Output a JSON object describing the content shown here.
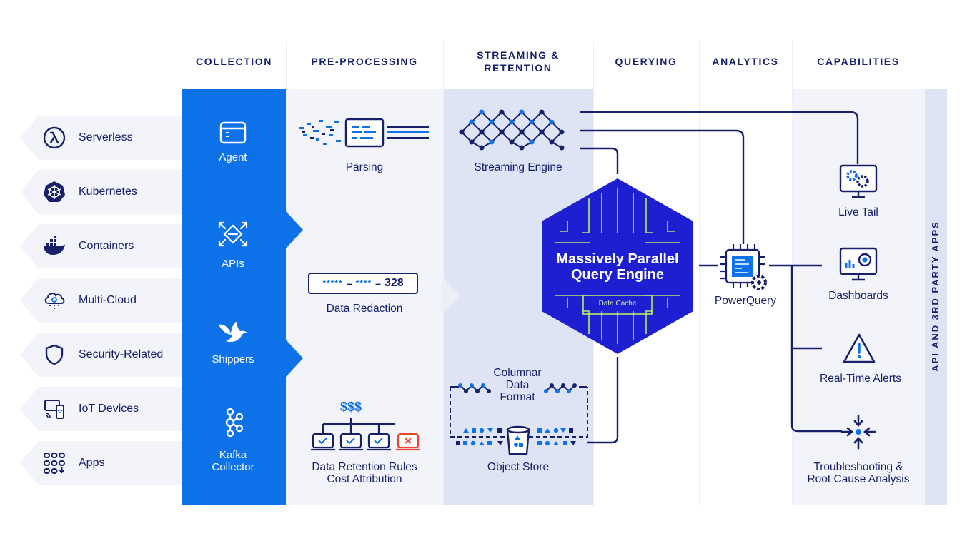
{
  "columns": {
    "collection": "COLLECTION",
    "preprocessing": "PRE-PROCESSING",
    "streaming_line1": "STREAMING &",
    "streaming_line2": "RETENTION",
    "querying": "QUERYING",
    "analytics": "ANALYTICS",
    "capabilities": "CAPABILITIES"
  },
  "sources": [
    {
      "label": "Serverless",
      "icon": "lambda-icon"
    },
    {
      "label": "Kubernetes",
      "icon": "kubernetes-icon"
    },
    {
      "label": "Containers",
      "icon": "docker-icon"
    },
    {
      "label": "Multi-Cloud",
      "icon": "cloud-icon"
    },
    {
      "label": "Security-Related",
      "icon": "shield-icon"
    },
    {
      "label": "IoT Devices",
      "icon": "iot-devices-icon"
    },
    {
      "label": "Apps",
      "icon": "apps-grid-icon"
    }
  ],
  "collection": {
    "agent": "Agent",
    "apis": "APIs",
    "shippers": "Shippers",
    "kafka_line1": "Kafka",
    "kafka_line2": "Collector"
  },
  "preprocessing": {
    "parsing": "Parsing",
    "redaction_value_a": "*****",
    "redaction_value_b": "****",
    "redaction_value_c": "328",
    "redaction": "Data Redaction",
    "cost_symbol": "$$$",
    "retention_line1": "Data Retention Rules",
    "retention_line2": "Cost Attribution"
  },
  "streaming": {
    "engine": "Streaming Engine",
    "columnar_line1": "Columnar",
    "columnar_line2": "Data",
    "columnar_line3": "Format",
    "object_store": "Object Store"
  },
  "query_engine": {
    "line1": "Massively Parallel",
    "line2": "Query Engine",
    "cache": "Data Cache"
  },
  "analytics": {
    "powerquery": "PowerQuery"
  },
  "capabilities": {
    "live_tail": "Live Tail",
    "dashboards": "Dashboards",
    "alerts": "Real-Time Alerts",
    "troubleshoot_line1": "Troubleshooting &",
    "troubleshoot_line2": "Root Cause Analysis"
  },
  "side_label": "API AND 3RD PARTY APPS",
  "colors": {
    "navy": "#16216a",
    "blue": "#0d72e8",
    "hex": "#1d1fd1",
    "accent": "#b9e86b",
    "panel": "#f2f4fa",
    "streaming_panel": "#dfe4f5"
  }
}
